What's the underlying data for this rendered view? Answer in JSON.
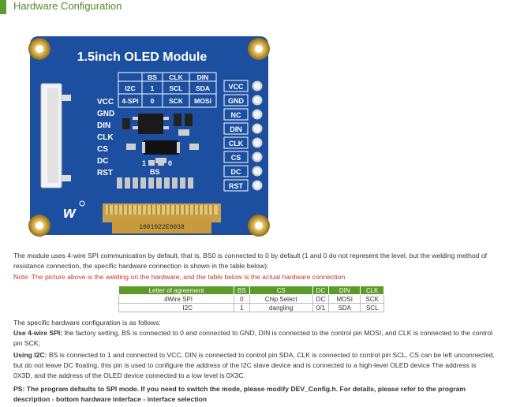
{
  "header": {
    "title": "Hardware Configuration"
  },
  "board": {
    "title": "1.5inch OLED Module",
    "header_table": {
      "columns": [
        "BS",
        "CLK",
        "DIN"
      ],
      "rows": [
        {
          "label": "I2C",
          "cells": [
            "1",
            "SCL",
            "SDA"
          ]
        },
        {
          "label": "4-SPI",
          "cells": [
            "0",
            "SCK",
            "MOSI"
          ]
        }
      ]
    },
    "left_pins": [
      "VCC",
      "GND",
      "DIN",
      "CLK",
      "CS",
      "DC",
      "RST"
    ],
    "right_pins": [
      "VCC",
      "GND",
      "NC",
      "DIN",
      "CLK",
      "CS",
      "DC",
      "RST"
    ],
    "bs_labels": {
      "one": "1",
      "zero": "0",
      "name": "BS"
    },
    "part_number": "1001022E0038",
    "logo": "w"
  },
  "text": {
    "p1": "The module uses 4-wire SPI communication by default, that is, BS0 is connected to 0 by default (1 and 0 do not represent the level, but the welding method of resistance connection, the specific hardware connection is shown in the table below):",
    "note": "Note: The picture above is the welding on the hardware, and the table below is the actual hardware connection.",
    "p2": "The specific hardware configuration is as follows:",
    "p3_lead": "Use 4-wire SPI:",
    "p3_body": " the factory setting, BS is connected to 0 and connected to GND, DIN is connected to the control pin MOSI, and CLK is connected to the control pin SCK;",
    "p4_lead": "Using I2C:",
    "p4_body": " BS is connected to 1 and connected to VCC, DIN is connected to control pin SDA, CLK is connected to control pin SCL, CS can be left unconnected, but do not leave DC floating, this pin is used to configure the address of the I2C slave device and is connected to a high-level OLED device The address is 0X3D, and the address of the OLED device connected to a low level is 0X3C.",
    "p5": "PS: The program defaults to SPI mode. If you need to switch the mode, please modify DEV_Config.h. For details, please refer to the program description - bottom hardware interface - interface selection"
  },
  "table": {
    "headers": [
      "Letter of agreement",
      "BS",
      "CS",
      "DC",
      "DIN",
      "CLK"
    ],
    "rows": [
      [
        "4Wire SPI",
        "0",
        "Chip Select",
        "DC",
        "MOSI",
        "SCK"
      ],
      [
        "I2C",
        "1",
        "dangling",
        "0/1",
        "SDA",
        "SCL"
      ]
    ]
  },
  "colors": {
    "accent": "#5a9a2e",
    "board": "#1c4fa0",
    "note": "#c0392b"
  }
}
